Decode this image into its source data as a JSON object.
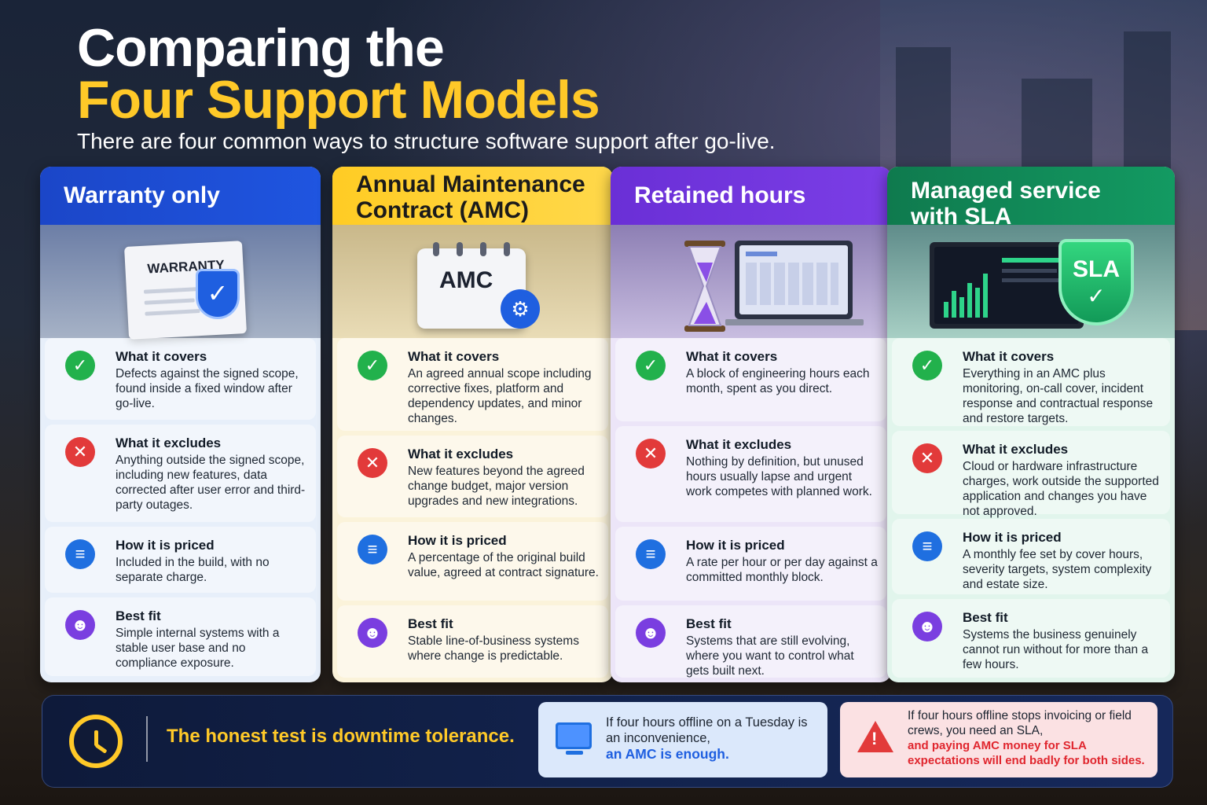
{
  "header": {
    "title_line1": "Comparing the",
    "title_line2": "Four Support Models",
    "subtitle": "There are four common ways to structure software support after go-live."
  },
  "labels": {
    "covers": "What it covers",
    "excludes": "What it excludes",
    "priced": "How it is priced",
    "fit": "Best fit"
  },
  "cards": [
    {
      "title": "Warranty only",
      "art_label": "WARRANTY",
      "covers": "Defects against the signed scope, found inside a fixed window after go-live.",
      "excludes": "Anything outside the signed scope, including new features, data corrected after user error and third-party outages.",
      "priced": "Included in the build, with no separate charge.",
      "fit": "Simple internal systems with a stable user base and no compliance exposure."
    },
    {
      "title": "Annual Maintenance Contract (AMC)",
      "art_label": "AMC",
      "covers": "An agreed annual scope including corrective fixes, platform and dependency updates, and minor changes.",
      "excludes": "New features beyond the agreed change budget, major version upgrades and new integrations.",
      "priced": "A percentage of the original build value, agreed at contract signature.",
      "fit": "Stable line-of-business systems where change is predictable."
    },
    {
      "title": "Retained hours",
      "covers": "A block of engineering hours each month, spent as you direct.",
      "excludes": "Nothing by definition, but unused hours usually lapse and urgent work competes with planned work.",
      "priced": "A rate per hour or per day against a committed monthly block.",
      "fit": "Systems that are still evolving, where you want to control what gets built next."
    },
    {
      "title": "Managed service with SLA",
      "art_label": "SLA",
      "covers": "Everything in an AMC plus monitoring, on-call cover, incident response and contractual response and restore targets.",
      "excludes": "Cloud or hardware infrastructure charges, work outside the supported application and changes you have not approved.",
      "priced": "A monthly fee set by cover hours, severity targets, system complexity and estate size.",
      "fit": "Systems the business genuinely cannot run without for more than a few hours."
    }
  ],
  "banner": {
    "headline": "The honest test is downtime tolerance.",
    "blue_text": "If four hours offline on a Tuesday is an inconvenience,",
    "blue_strong": "an AMC is enough.",
    "red_text": "If four hours offline stops invoicing or field crews, you need an SLA,",
    "red_strong": "and paying AMC money for SLA expectations will end badly for both sides."
  },
  "icons": {
    "covers": "check-icon",
    "excludes": "x-icon",
    "priced": "coins-icon",
    "fit": "people-icon",
    "banner": "clock-icon",
    "blue_note": "monitor-icon",
    "red_note": "warning-icon"
  },
  "colors": {
    "title_accent": "#ffc928",
    "warranty": "#1f55e0",
    "amc": "#ffcc24",
    "retained": "#7b3ee6",
    "managed": "#139a62",
    "alert_red": "#e0262e"
  }
}
